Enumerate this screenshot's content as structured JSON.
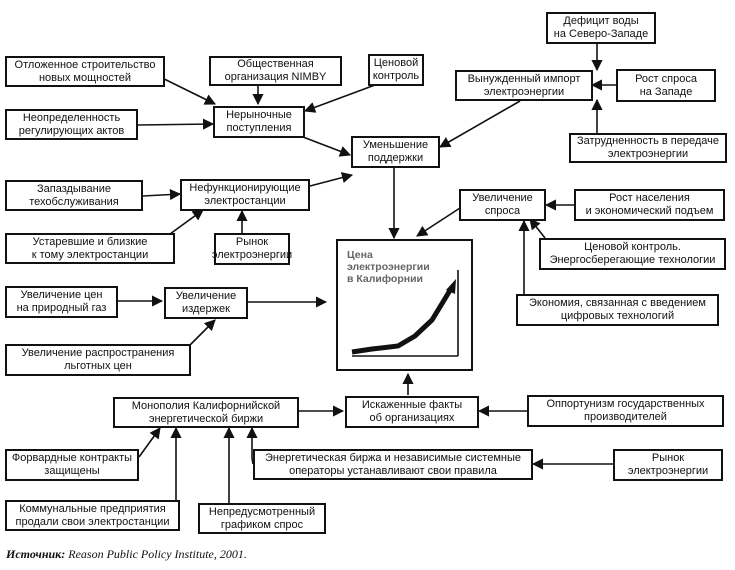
{
  "boxes": {
    "water_deficit": "Дефицит воды\nна Северо-Западе",
    "forced_import": "Вынужденный импорт\nэлектроэнергии",
    "west_demand": "Рост спроса\nна Западе",
    "transmission": "Затрудненность в передаче\nэлектроэнергии",
    "deferred_construction": "Отложенное строительство\nновых мощностей",
    "nimby": "Общественная\nорганизация NIMBY",
    "price_control": "Ценовой\nконтроль",
    "regulatory_uncertainty": "Неопределенность\nрегулирующих актов",
    "nonmarket_revenue": "Нерыночные\nпоступления",
    "reduced_support": "Уменьшение\nподдержки",
    "maintenance_delay": "Запаздывание\nтехобслуживания",
    "dysfunctional_plants": "Нефункционирующие\nэлектростанции",
    "old_plants": "Устаревшие и близкие\nк тому электростанции",
    "power_market": "Рынок\nэлектроэнергии",
    "demand_increase": "Увеличение\nспроса",
    "population_growth": "Рост населения\nи экономический подъем",
    "price_control_saving": "Ценовой контроль.\nЭнергосберегающие технологии",
    "digital_economy": "Экономия, связанная с введением\nцифровых технологий",
    "gas_price": "Увеличение цен\nна природный газ",
    "cost_increase": "Увеличение\nиздержек",
    "benefit_prices": "Увеличение распространения\nльготных цен",
    "monopoly": "Монополия Калифорнийской\nэнергетической биржи",
    "distorted_facts": "Искаженные факты\nоб организациях",
    "opportunism": "Оппортунизм государственных\nпроизводителей",
    "forward_contracts": "Форвардные контракты\nзащищены",
    "exchange_rules": "Энергетическая биржа и независимые системные\nоператоры устанавливают свои правила",
    "power_market_2": "Рынок\nэлектроэнергии",
    "utilities_sold": "Коммунальные предприятия\nпродали свои электростанции",
    "unplanned_demand": "Непредусмотренный\nграфиком спрос"
  },
  "center": {
    "title": "Цена\nэлектроэнергии\nв Калифорнии"
  },
  "source": {
    "label": "Источник:",
    "text": " Reason Public Policy Institute, 2001."
  }
}
